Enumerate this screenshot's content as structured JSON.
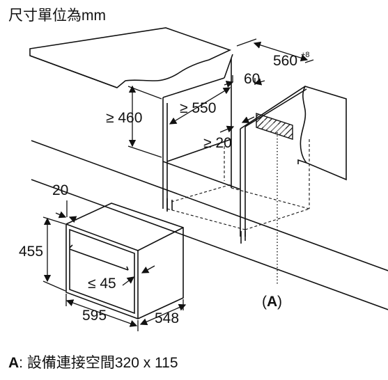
{
  "title": "尺寸單位為mm",
  "labels": {
    "depth_min": "560",
    "depth_tol": "+8",
    "rear_gap": "60",
    "height_min": "≥ 460",
    "width_min": "≥ 550",
    "side_gap": "≥ 20",
    "appliance_panel": "20",
    "appliance_height": "455",
    "handle_gap": "≤ 45",
    "appliance_width": "595",
    "appliance_depth": "548",
    "marker": "A"
  },
  "caption": {
    "key": "A",
    "text": ": 設備連接空間320 x 115"
  }
}
